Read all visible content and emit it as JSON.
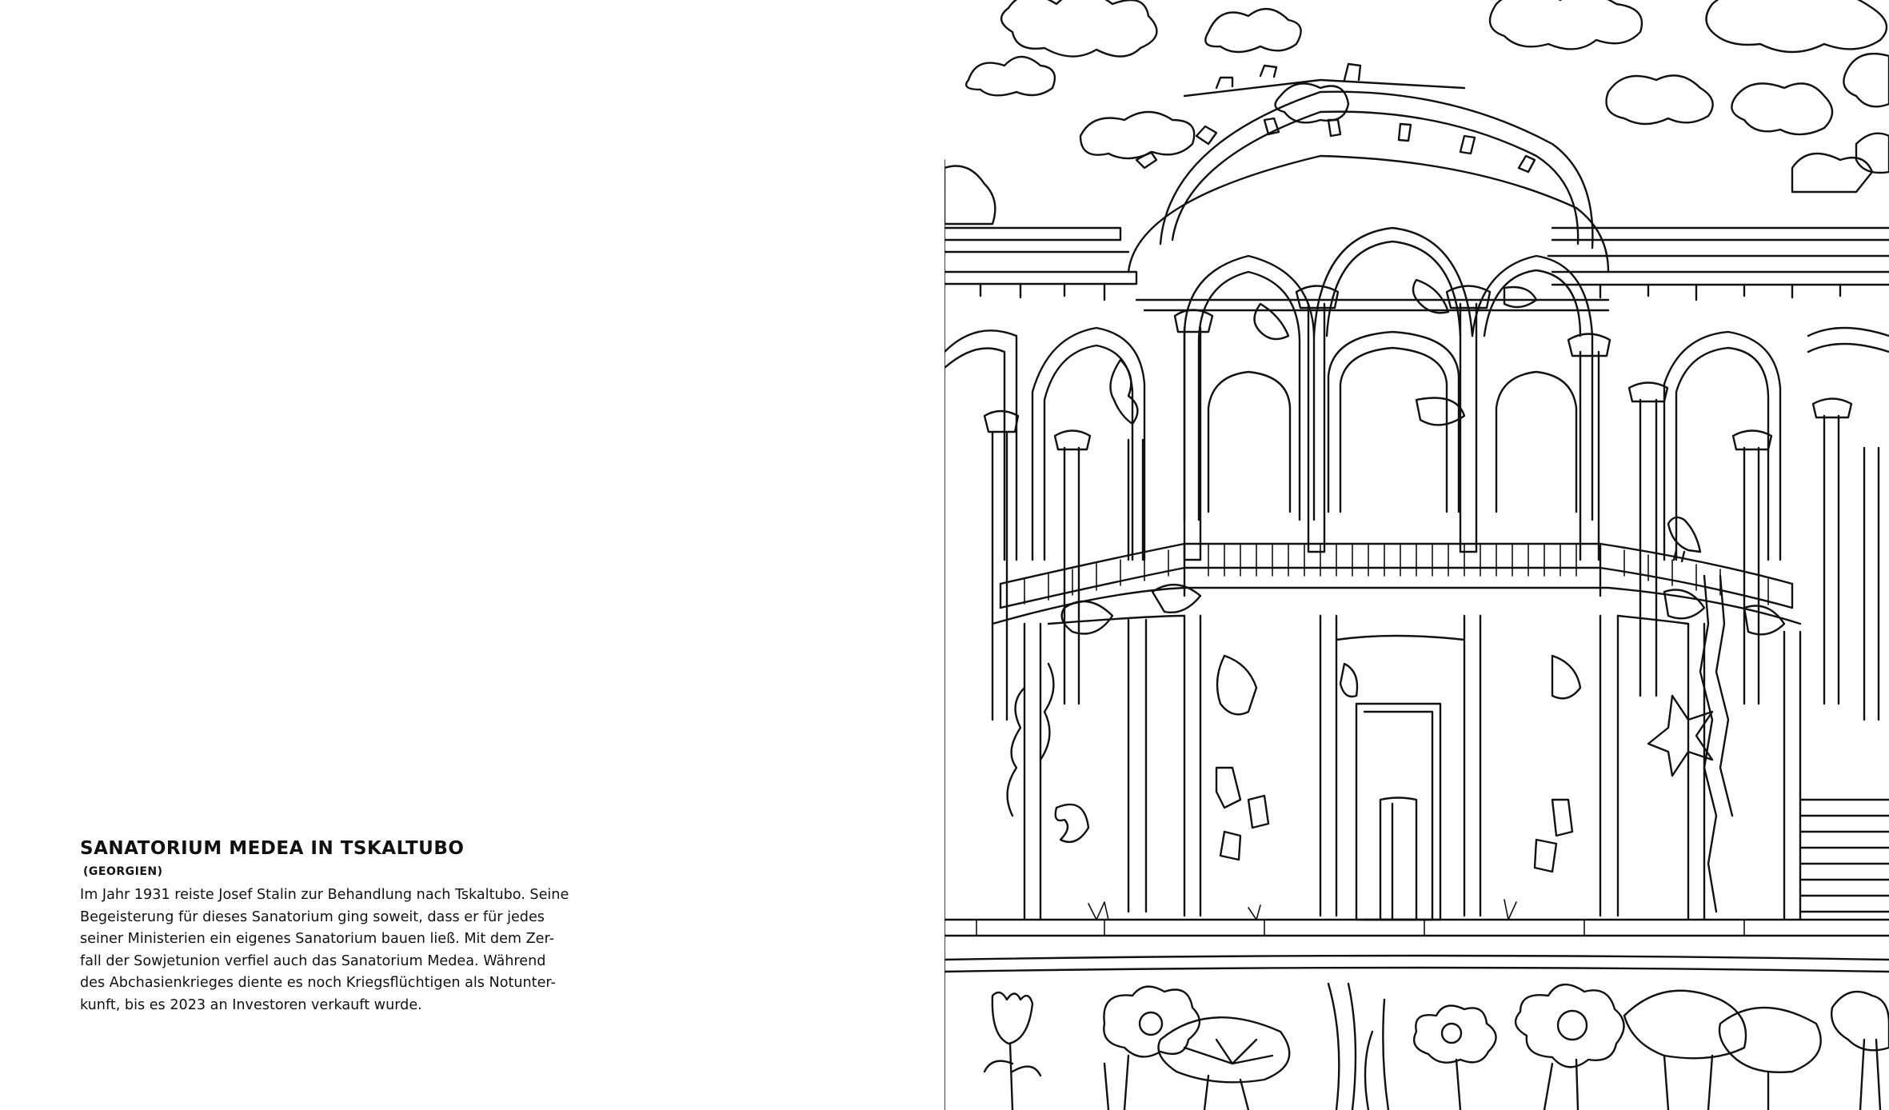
{
  "caption": {
    "title": "SANATORIUM MEDEA IN TSKALTUBO",
    "subtitle": "(GEORGIEN)",
    "lines": [
      "Im Jahr 1931 reiste Josef Stalin zur Behandlung nach Tskaltubo. Seine",
      "Begeisterung für dieses Sanatorium ging soweit, dass er für jedes",
      "seiner Ministerien ein eigenes Sanatorium bauen ließ. Mit dem Zer-",
      "fall der Sowjetunion verfiel auch das Sanatorium Medea. Während",
      "des Abchasienkrieges diente es noch Kriegsflüchtigen als Notunter-",
      "kunft, bis es 2023 an Investoren verkauft wurde."
    ]
  }
}
